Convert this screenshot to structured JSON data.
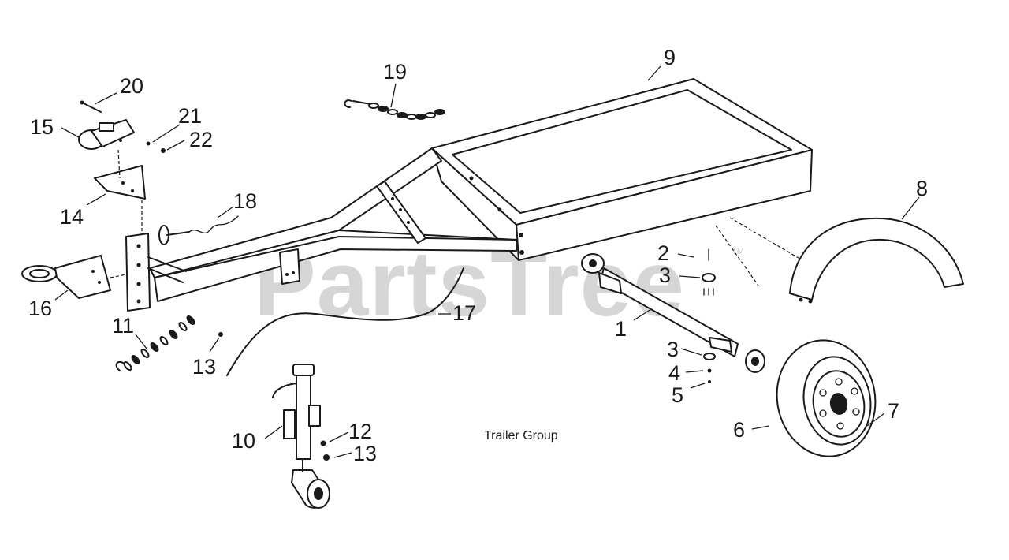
{
  "diagram": {
    "caption": "Trailer Group",
    "watermark": "PartsTree",
    "watermark_mark": "TM",
    "callouts": [
      "20",
      "15",
      "21",
      "22",
      "14",
      "18",
      "16",
      "11",
      "13",
      "19",
      "9",
      "8",
      "2",
      "3",
      "1",
      "3",
      "4",
      "5",
      "6",
      "7",
      "17",
      "10",
      "12",
      "13"
    ]
  },
  "colors": {
    "ink": "#1a1a1a",
    "watermark": "#c8c8c8",
    "background": "#ffffff"
  }
}
